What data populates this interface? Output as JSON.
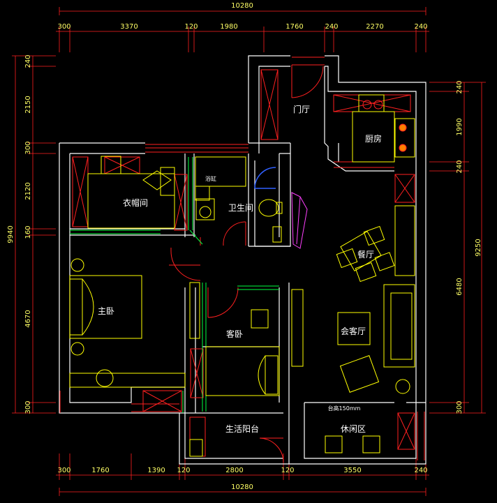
{
  "dimensions": {
    "top_total": "10280",
    "bottom_total": "10280",
    "top": [
      "300",
      "3370",
      "120",
      "1980",
      "1760",
      "240",
      "2270",
      "240"
    ],
    "bottom": [
      "300",
      "1760",
      "1390",
      "120",
      "2800",
      "120",
      "3550",
      "240"
    ],
    "left_outer": "9940",
    "left": [
      "240",
      "2150",
      "300",
      "2120",
      "160",
      "4670",
      "300"
    ],
    "right_outer": "9250",
    "right": [
      "240",
      "1990",
      "240",
      "6480",
      "300"
    ]
  },
  "rooms": {
    "foyer": "门厅",
    "kitchen": "厨房",
    "walk_in_closet": "衣帽间",
    "bathroom": "卫生间",
    "dining": "餐厅",
    "master_bedroom": "主卧",
    "guest_bedroom": "客卧",
    "living_room": "会客厅",
    "utility_balcony": "生活阳台",
    "lounge": "休闲区"
  },
  "labels": {
    "bathtub": "浴缸",
    "step_note": "台高150mm"
  },
  "colors": {
    "background": "#000000",
    "dimension": "#ffff66",
    "wall": "#ffffff",
    "furniture": "#ffff00",
    "door": "#ff2020",
    "partition": "#00ff40"
  }
}
